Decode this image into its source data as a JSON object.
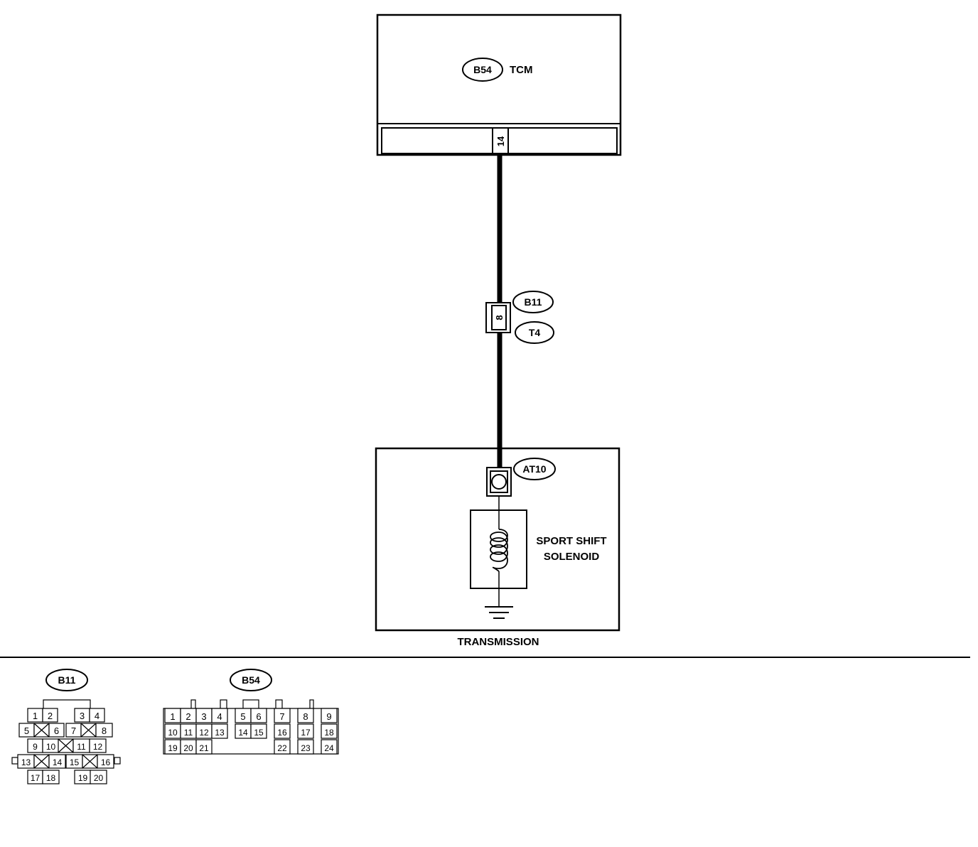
{
  "tcm": {
    "connector": "B54",
    "label": "TCM",
    "pin": "14"
  },
  "joint": {
    "upper": "B11",
    "lower": "T4",
    "pin": "8"
  },
  "solenoid": {
    "connector": "AT10",
    "label_line1": "SPORT SHIFT",
    "label_line2": "SOLENOID"
  },
  "transmission": {
    "label": "TRANSMISSION"
  },
  "connector_b11": {
    "title": "B11",
    "pins": [
      "1",
      "2",
      "3",
      "4",
      "5",
      "6",
      "7",
      "8",
      "9",
      "10",
      "11",
      "12",
      "13",
      "14",
      "15",
      "16",
      "17",
      "18",
      "19",
      "20"
    ]
  },
  "connector_b54": {
    "title": "B54",
    "pins": [
      "1",
      "2",
      "3",
      "4",
      "5",
      "6",
      "7",
      "8",
      "9",
      "10",
      "11",
      "12",
      "13",
      "14",
      "15",
      "16",
      "17",
      "18",
      "19",
      "20",
      "21",
      "22",
      "23",
      "24"
    ]
  }
}
